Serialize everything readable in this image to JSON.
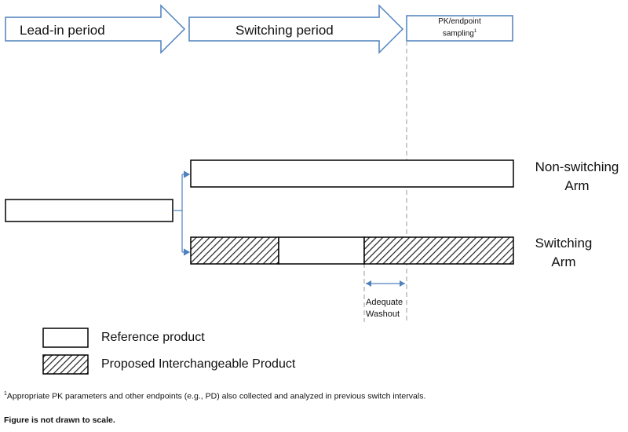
{
  "phases": {
    "lead_in": "Lead-in period",
    "switching": "Switching period",
    "pk_line1": "PK/endpoint",
    "pk_line2": "sampling",
    "pk_sup": "1"
  },
  "arms": {
    "non_switching_line1": "Non-switching",
    "non_switching_line2": "Arm",
    "switching_line1": "Switching",
    "switching_line2": "Arm"
  },
  "washout": {
    "line1": "Adequate",
    "line2": "Washout"
  },
  "legend": {
    "reference": "Reference product",
    "proposed": "Proposed Interchangeable Product"
  },
  "footnote": {
    "marker": "1",
    "text": "Appropriate PK parameters and other endpoints (e.g., PD) also collected and analyzed in previous switch intervals."
  },
  "scale_note": "Figure is not drawn to scale.",
  "colors": {
    "arrow_stroke": "#4f81bd",
    "connector": "#4f81bd",
    "box_stroke": "#000000",
    "hatch": "#222222"
  }
}
